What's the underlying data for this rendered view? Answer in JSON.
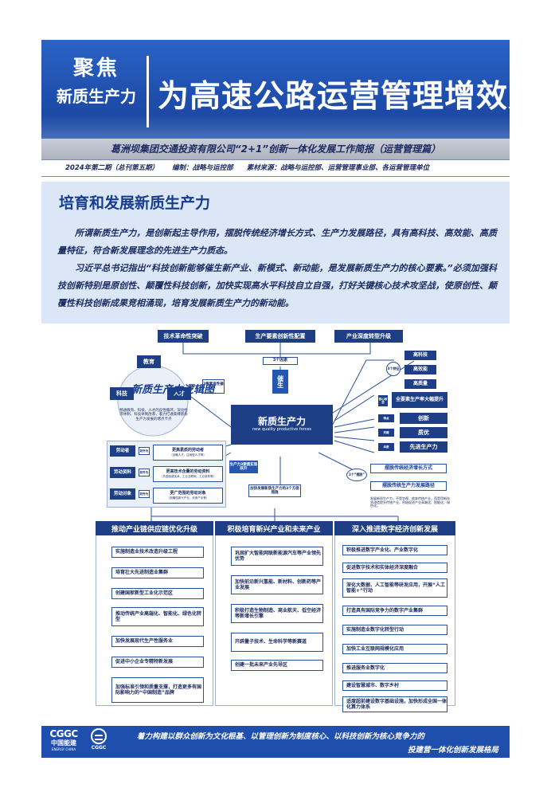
{
  "header": {
    "left_line1": "聚焦",
    "left_line2": "新质生产力",
    "title": "为高速公路运营管理增效赋能"
  },
  "subband": "葛洲坝集团交通投资有限公司“2+1”创新一体化发展工作简报（运营管理篇）",
  "info": {
    "issue": "2024年第二期（总刊第五期）",
    "editor": "编制：战略与运控部",
    "source": "素材来源：战略与运控部、运营管理事业部、各运营管理单位"
  },
  "intro": {
    "title": "培育和发展新质生产力",
    "p1": "所谓新质生产力，是创新起主导作用，摆脱传统经济增长方式、生产力发展路径，具有高科技、高效能、高质量特征，符合新发展理念的先进生产力质态。",
    "p2": "习近平总书记指出“科技创新能够催生新产业、新模式、新动能，是发展新质生产力的核心要素。”必须加强科技创新特别是原创性、颠覆性科技创新，加快实现高水平科技自立自强，打好关键核心技术攻坚战，使原创性、颠覆性科技创新成果竞相涌现，培育发展新质生产力的新动能。"
  },
  "diagram": {
    "top_boxes": [
      "技术革命性突破",
      "生产要素创新性配置",
      "产业深度转型升级"
    ],
    "three_factors": "3个因素",
    "cuisheng": "催生",
    "center_cn": "新质生产力",
    "center_en": "new quality productive forces",
    "left_circle": {
      "edu": "教育",
      "tech": "科技",
      "talent": "人才",
      "note": "畅通教育、科技、人才的良性循环，深化经济体制、科技体制改革，着力打通束缚新质生产力发展的堵点卡点"
    },
    "three_elements_tag": "3要素良性循环",
    "elements_tag": "生产力3要素实现跃升",
    "labor": [
      {
        "name": "劳动者",
        "level": "跃升为",
        "target": "更高素质的劳动者",
        "note": "（战略人才、应用型人才等）"
      },
      {
        "name": "劳动资料",
        "level": "跃升为",
        "target": "更高技术含量的劳动资料",
        "note": "（先进制造技术、工业互联网、工业软件等）"
      },
      {
        "name": "劳动对象",
        "level": "跃升为",
        "target": "更广范围的劳动对象",
        "note": "（战略性新兴产业、未来产业等）"
      }
    ],
    "right_high": [
      "高科技",
      "高效能",
      "高质量"
    ],
    "three_traits": "3个特征",
    "core_tag": "核心标志",
    "core_box": "全要素生产率大幅提升",
    "traits": [
      {
        "tag": "特点",
        "box": "创新"
      },
      {
        "tag": "关键",
        "box": "质优"
      },
      {
        "tag": "本质",
        "box": "先进生产力"
      }
    ],
    "two_bai": "2个“摆脱”",
    "bai1": "摆脱传统经济增长方式",
    "bai2": "摆脱传统生产力发展路径",
    "bai_note": "发展新质生产力，不是忽视、放弃传统产业，而是用新技术改造提升传统产业，积极促进产业高端化、智能化、绿色化。",
    "three_ways": "加快发展新质生产力的3个方面措施",
    "col1": {
      "title": "推动产业链供应链优化升级",
      "items": [
        "实施制造业技术改造升级工程",
        "培育壮大先进制造业集群",
        "创建国家新型工业化示范区",
        "推动传统产业高端化、智能化、绿色化转型",
        "加快发展现代生产性服务业",
        "促进中小企业专精特新发展",
        "加强标准引领和质量支撑，打造更多有国际影响力的“中国制造”品牌"
      ]
    },
    "col2": {
      "title": "积极培育新兴产业和未来产业",
      "items": [
        "巩固扩大智能网联新能源汽车等产业领先优势",
        "加快前沿新兴氢能、新材料、创新药等产业发展",
        "积极打造生物制造、商业航天、低空经济等新增长引擎",
        "开辟量子技术、生命科学等新赛道",
        "创建一批未来产业先导区"
      ]
    },
    "col3": {
      "title": "深入推进数字经济创新发展",
      "items": [
        "积极推进数字产业化、产业数字化",
        "促进数字技术和实体经济深度融合",
        "深化大数据、人工智能等研发应用，开展“人工智能+”行动",
        "打造具有国际竞争力的数字产业集群",
        "实施制造业数字化转型行动",
        "加快工业互联网规模化应用",
        "推进服务业数字化",
        "建设智慧城市、数字乡村",
        "适度超前建设数字基础设施，加快形成全国一体化算力体系"
      ]
    },
    "caption": "新质生产力逻辑图"
  },
  "footer": {
    "logo_abbr": "CGGC",
    "logo_cn": "中国能建",
    "logo_en": "ENERGY CHINA",
    "logo2": "CGGC",
    "line1": "着力构建以群众创新为文化根基、以管理创新为制度核心、以科技创新为核心竞争力的",
    "line2": "投建营一体化创新发展格局"
  },
  "colors": {
    "brand_blue": "#1f4fae",
    "dark_blue": "#1e3f86",
    "pale_blue": "#dbe7f6"
  }
}
